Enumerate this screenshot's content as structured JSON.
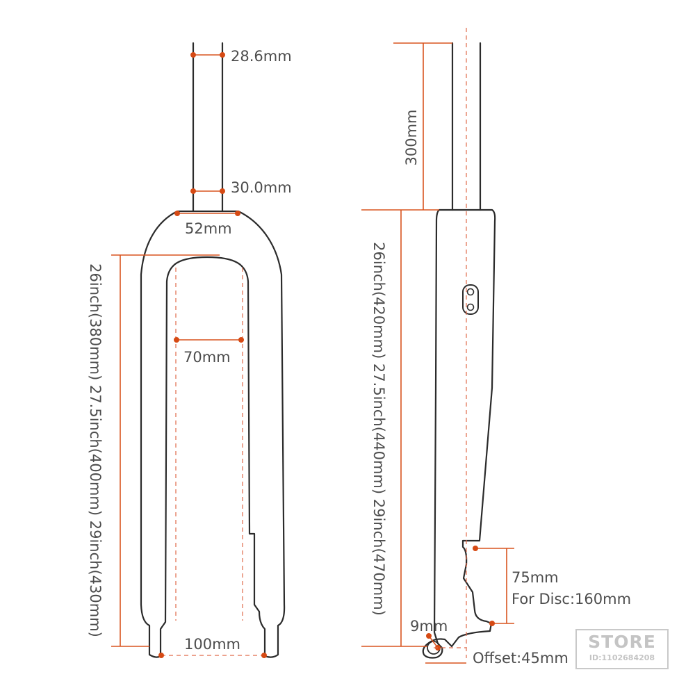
{
  "front_view": {
    "steerer_top_width": "28.6mm",
    "steerer_bottom_width": "30.0mm",
    "crown_width": "52mm",
    "tire_clearance": "70mm",
    "axle_spacing": "100mm",
    "leg_length": "26inch(380mm) 27.5inch(400mm) 29inch(430mm)"
  },
  "side_view": {
    "steerer_length": "300mm",
    "axle_to_crown": "26inch(420mm) 27.5inch(440mm) 29inch(470mm)",
    "disc_mount": "75mm",
    "disc_rotor": "For Disc:160mm",
    "dropout_depth": "9mm",
    "offset": "Offset:45mm"
  },
  "watermark": {
    "title": "STORE",
    "id": "ID:1102684208"
  },
  "colors": {
    "outline": "#2b2b2b",
    "dimension": "#d9531e",
    "text": "#4d4d4d",
    "watermark": "#c4c4c4"
  }
}
